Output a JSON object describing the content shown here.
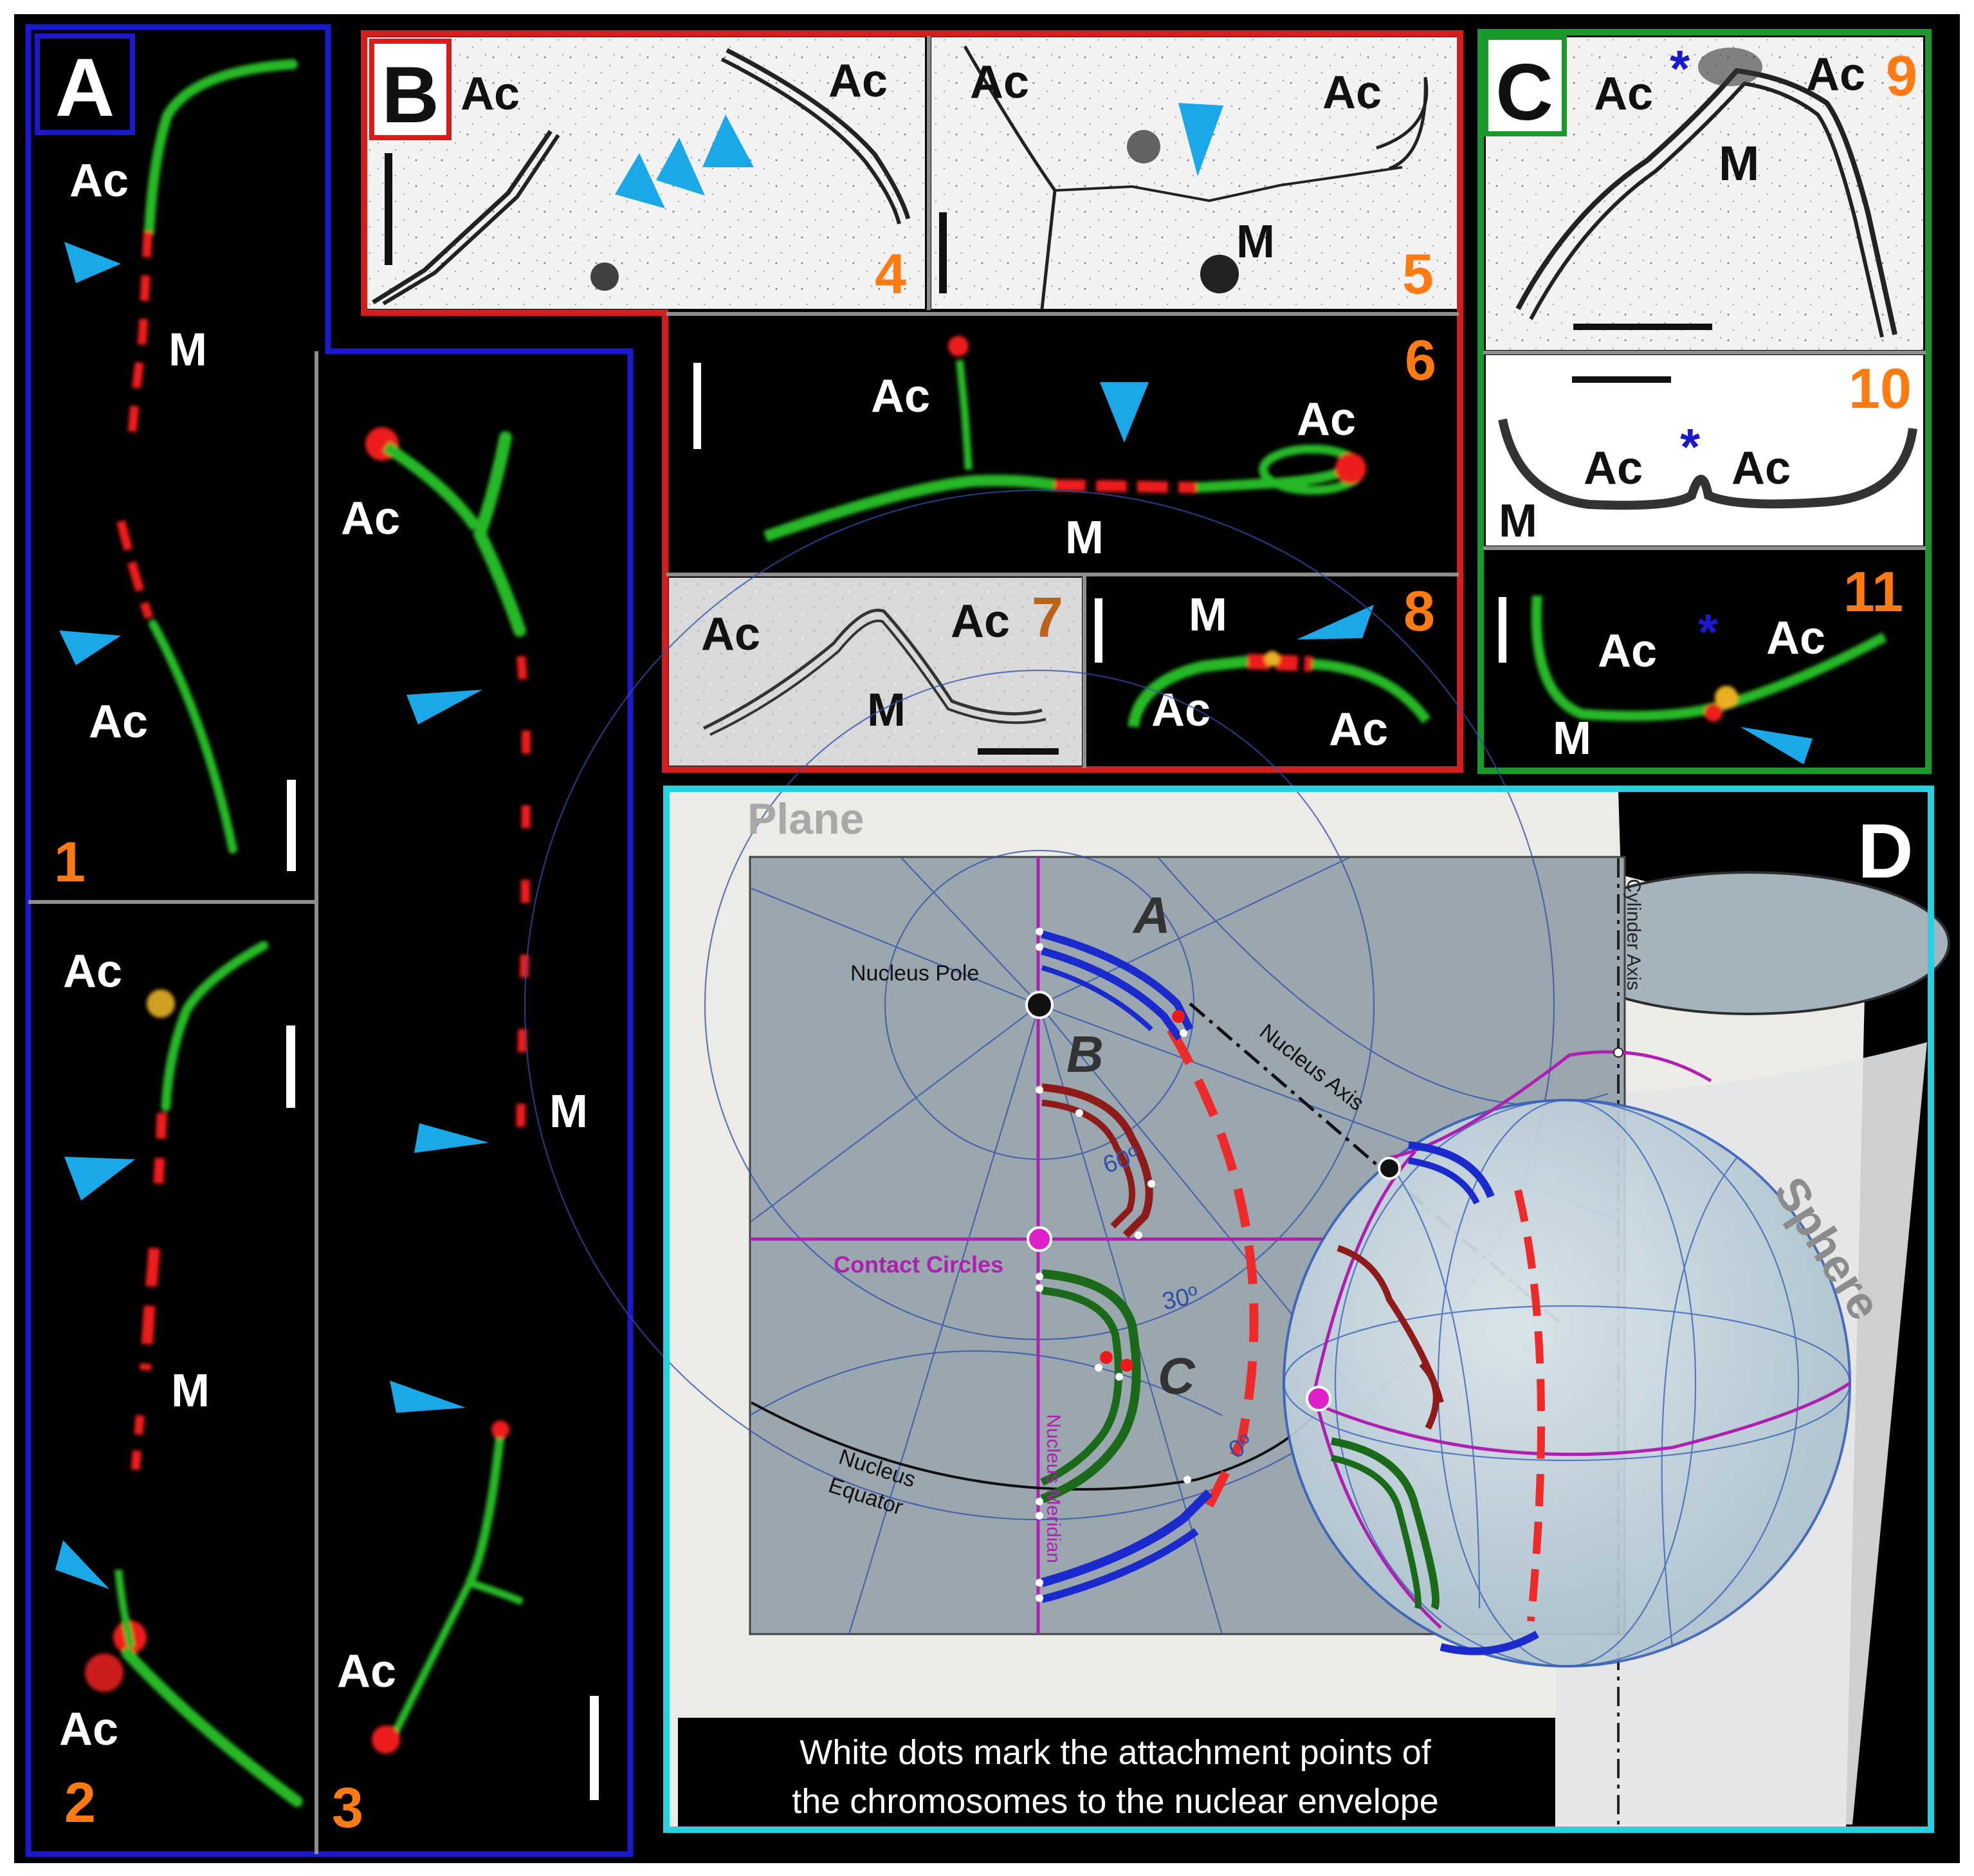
{
  "panels": {
    "A": {
      "letter": "A",
      "images": [
        {
          "number": "1",
          "labels": {
            "top": "Ac",
            "middle": "M",
            "bottom": "Ac"
          }
        },
        {
          "number": "2",
          "labels": {
            "top": "Ac",
            "middle": "M",
            "bottom": "Ac"
          }
        },
        {
          "number": "3",
          "labels": {
            "top": "Ac",
            "middle": "M",
            "bottom": "Ac"
          }
        }
      ]
    },
    "B": {
      "letter": "B",
      "images": [
        {
          "number": "4",
          "labels": {
            "left": "Ac",
            "right": "Ac"
          }
        },
        {
          "number": "5",
          "labels": {
            "left": "Ac",
            "right": "Ac",
            "middle": "M"
          }
        },
        {
          "number": "6",
          "labels": {
            "left": "Ac",
            "right": "Ac",
            "middle": "M"
          }
        },
        {
          "number": "7",
          "labels": {
            "left": "Ac",
            "right": "Ac",
            "middle": "M"
          }
        },
        {
          "number": "8",
          "labels": {
            "top": "M",
            "left": "Ac",
            "right": "Ac"
          }
        }
      ]
    },
    "C": {
      "letter": "C",
      "images": [
        {
          "number": "9",
          "labels": {
            "left": "Ac",
            "right": "Ac",
            "middle": "M",
            "mark": "*"
          }
        },
        {
          "number": "10",
          "labels": {
            "left": "Ac",
            "right": "Ac",
            "middle": "M",
            "mark": "*"
          }
        },
        {
          "number": "11",
          "labels": {
            "left": "Ac",
            "right": "Ac",
            "middle": "M",
            "mark": "*"
          }
        }
      ]
    },
    "D": {
      "letter": "D",
      "plane_label": "Plane",
      "sphere_label": "Sphere",
      "cylinder_axis": "Cylinder Axis",
      "nucleus_pole": "Nucleus Pole",
      "nucleus_axis": "Nucleus Axis",
      "contact_circles": "Contact  Circles",
      "nucleus_equator_1": "Nucleus",
      "nucleus_equator_2": "Equator",
      "nucleus_meridian": "Nucleus Meridian",
      "deg60": "60º",
      "deg30": "30º",
      "deg0": "0º",
      "chromosome_labels": {
        "a": "A",
        "b": "B",
        "c": "C"
      },
      "caption_line1": "White dots mark the attachment points of",
      "caption_line2": "the chromosomes to the nuclear envelope"
    }
  },
  "colors": {
    "panel_A": "#1a1acc",
    "panel_B": "#d41e1e",
    "panel_C": "#1a9a2a",
    "panel_D": "#25d0e0",
    "number_orange": "#ff7a10",
    "arrowhead": "#1aa8e8",
    "fluor_green": "#28b828",
    "fluor_red": "#ee1a1a",
    "meridian_magenta": "#b020b0"
  }
}
